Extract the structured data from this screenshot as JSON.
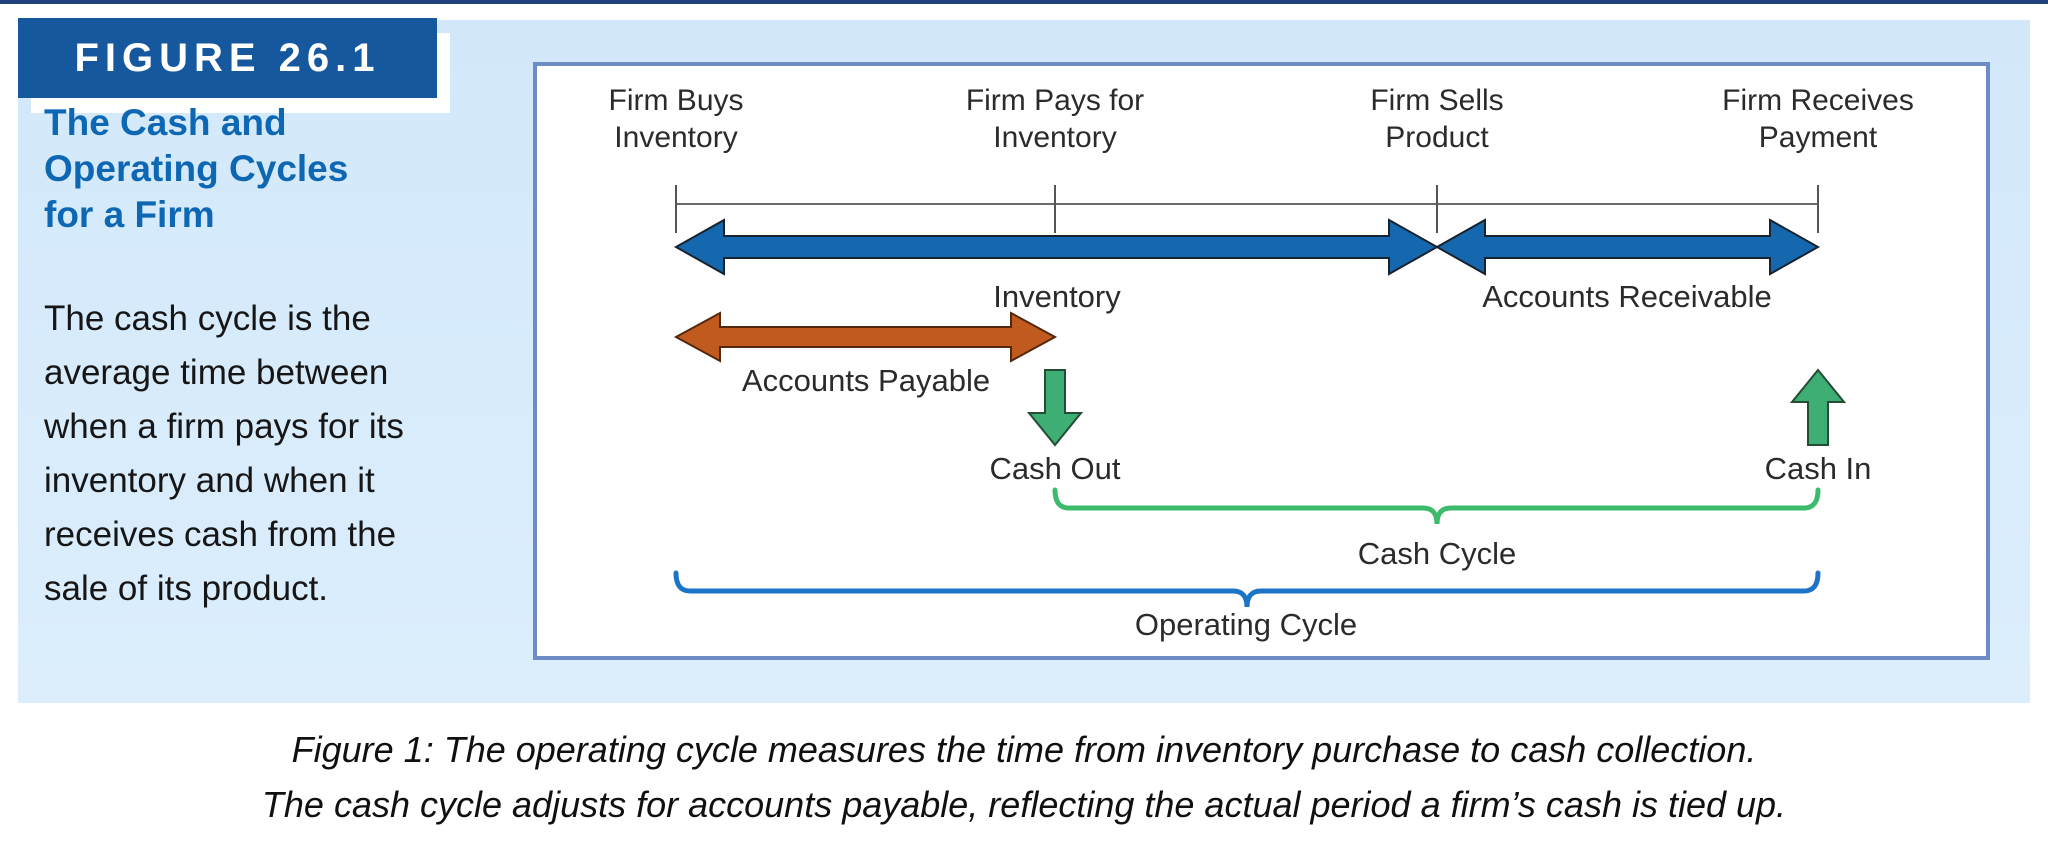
{
  "figure_label": "FIGURE 26.1",
  "sidebar": {
    "title": "The Cash and\nOperating Cycles\nfor a Firm",
    "description": "The cash cycle is the\naverage time between\nwhen a firm pays for its\ninventory and when it\nreceives cash from the\nsale of its product."
  },
  "diagram": {
    "events": [
      {
        "label": "Firm Buys\nInventory"
      },
      {
        "label": "Firm Pays for\nInventory"
      },
      {
        "label": "Firm Sells\nProduct"
      },
      {
        "label": "Firm Receives\nPayment"
      }
    ],
    "spans": {
      "inventory": "Inventory",
      "accounts_receivable": "Accounts Receivable",
      "accounts_payable": "Accounts Payable"
    },
    "cash_out": "Cash Out",
    "cash_in": "Cash In",
    "cash_cycle": "Cash Cycle",
    "operating_cycle": "Operating Cycle"
  },
  "caption": {
    "line1": "Figure 1: The operating cycle measures the time from inventory purchase to cash collection.",
    "line2": "The cash cycle adjusts for accounts payable, reflecting the actual period a firm’s cash is tied up."
  },
  "colors": {
    "top_line": "#21417e",
    "panel_bg": "#d2e8fa",
    "figure_box_bg": "#15589e",
    "heading_text": "#0e67b3",
    "body_text": "#161616",
    "label_text": "#2b2b2b",
    "diagram_border": "#6d8cc6",
    "arrow_blue": "#1668ae",
    "arrow_orange": "#c05a1f",
    "arrow_green": "#3fae74",
    "brace_green": "#3dbb6d",
    "brace_blue": "#1b74c8",
    "timeline_gray": "#6b6b6b"
  }
}
